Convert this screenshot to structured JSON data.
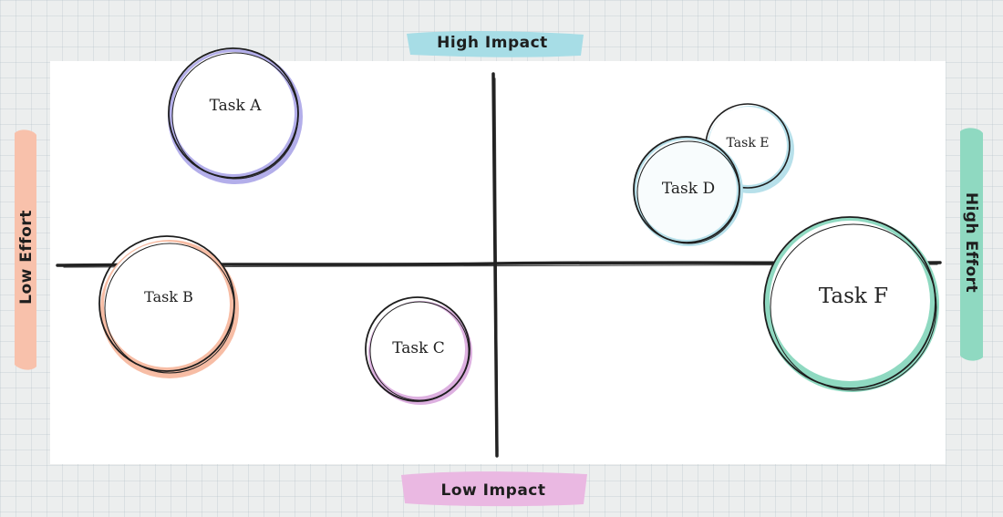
{
  "axes": {
    "top_label": "High Impact",
    "bottom_label": "Low Impact",
    "left_label": "Low Effort",
    "right_label": "High Effort"
  },
  "colors": {
    "top_band": "#a7dde6",
    "bottom_band": "#eab8e2",
    "left_band": "#f8c1ab",
    "right_band": "#8fd9c1",
    "axis_line": "#222222",
    "ink": "#1e1e1e"
  },
  "tasks": [
    {
      "label": "Task A",
      "color": "#b3aeea"
    },
    {
      "label": "Task B",
      "color": "#f7bda5"
    },
    {
      "label": "Task C",
      "color": "#ddb0e0"
    },
    {
      "label": "Task D",
      "color": "#b7e0ea"
    },
    {
      "label": "Task E",
      "color": "#b7e0ea"
    },
    {
      "label": "Task F",
      "color": "#8fd9c1"
    }
  ]
}
